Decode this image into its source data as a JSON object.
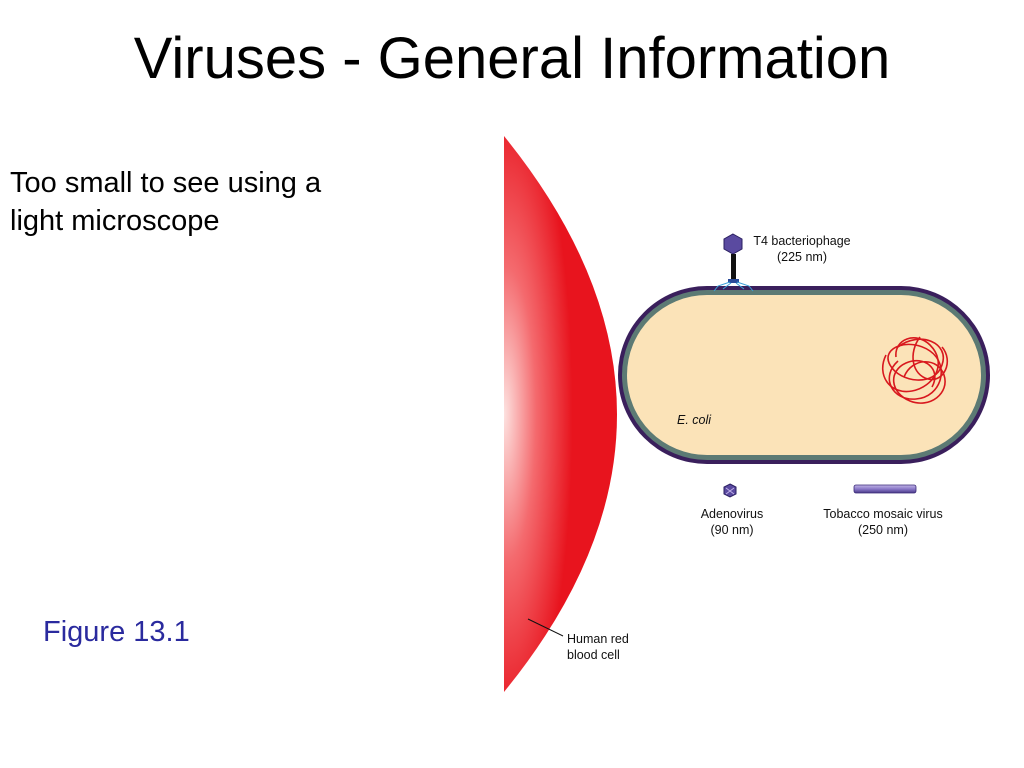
{
  "slide": {
    "title": "Viruses - General Information",
    "bullet_lines": [
      "Too small to see using a",
      "light microscope"
    ],
    "figure_caption": "Figure 13.1"
  },
  "diagram": {
    "labels": {
      "t4_line1": "T4 bacteriophage",
      "t4_line2": "(225 nm)",
      "ecoli": "E. coli",
      "adeno_line1": "Adenovirus",
      "adeno_line2": "(90 nm)",
      "tmv_line1": "Tobacco mosaic virus",
      "tmv_line2": "(250 nm)",
      "rbc_line1": "Human red",
      "rbc_line2": "blood cell"
    },
    "colors": {
      "red_blood_cell": "#e8141e",
      "ecoli_fill": "#fbe3b8",
      "ecoli_wall": "#3a1f5c",
      "ecoli_membrane": "#5c7a74",
      "dna": "#d8181e",
      "virus_purple": "#5a4aa0",
      "tmv_purple": "#8a78c8",
      "caption_blue": "#2a2a9e"
    }
  }
}
